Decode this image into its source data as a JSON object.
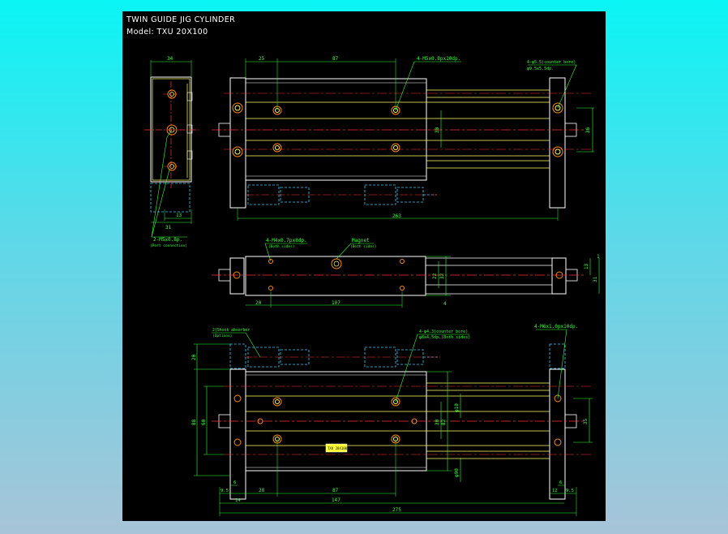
{
  "drawing": {
    "title_line1": "TWIN GUIDE JIG CYLINDER",
    "title_line2": "Model: TXU 20X100",
    "colors": {
      "background": "#000000",
      "outline": "#ffffff",
      "body": "#ffff66",
      "centerline": "#ff3030",
      "dimension": "#33ff33",
      "hidden": "#33ccff",
      "hole": "#ff8800"
    }
  },
  "top_view": {
    "dim_25": "25",
    "dim_87": "87",
    "dim_263": "263",
    "dim_30": "30",
    "dim_36": "36",
    "note_tap": "4-M5x0.8px10dp.",
    "note_cb_1": "4-φ5.5(counter bore)",
    "note_cb_2": "φ9.5x5.5dp."
  },
  "end_view": {
    "dim_34": "34",
    "dim_31": "31",
    "dim_13": "13",
    "note_port_1": "2-M5x0.8p.",
    "note_port_2": "(Port connection)"
  },
  "side_view": {
    "dim_20": "20",
    "dim_107": "107",
    "dim_22": "22",
    "dim_32": "32",
    "dim_13": "13",
    "dim_31": "31",
    "dim_1": "1",
    "dim_4": "4",
    "note_tap_1": "4-M4x0.7px8dp.",
    "note_tap_2": "(Both sides)",
    "note_magnet_1": "Magnet",
    "note_magnet_2": "(Both sides)"
  },
  "bottom_view": {
    "note_absorber_1": "2(Shock absorber",
    "note_absorber_2": "(Options)",
    "note_cb_1": "4-φ4.3(counter bore)",
    "note_cb_2": "φ8x4.5dp.(Both sides)",
    "note_tap": "4-M6x1.0px10dp.",
    "dim_20": "20",
    "dim_88": "88",
    "dim_60": "60",
    "dim_30": "30",
    "dim_82": "82",
    "dim_phi10": "φ10",
    "dim_phi90": "φ90",
    "dim_35": "35",
    "dim_9_5_left": "9.5",
    "dim_6_left": "6",
    "dim_14": "14",
    "dim_28": "28",
    "dim_87": "87",
    "dim_147": "147",
    "dim_275": "275",
    "dim_6_right": "6",
    "dim_12": "12",
    "dim_9_5_right": "9.5",
    "label_plate": "TXU 20X100"
  }
}
